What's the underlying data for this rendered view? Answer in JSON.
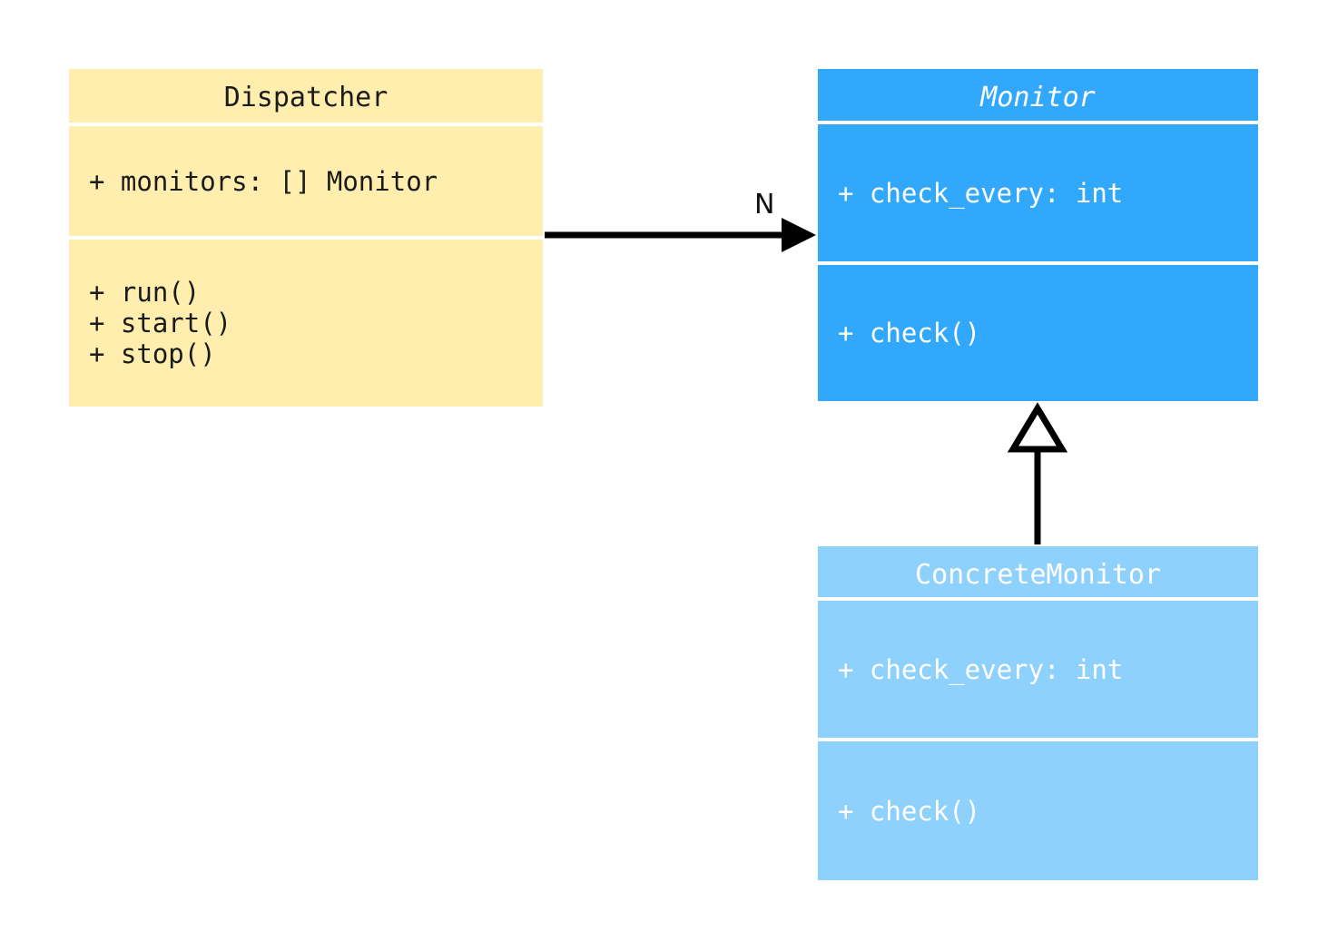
{
  "diagram": {
    "type": "uml-class-diagram",
    "background_color": "#ffffff"
  },
  "classes": [
    {
      "id": "dispatcher",
      "name": "Dispatcher",
      "abstract": false,
      "fill_color": "#ffeeae",
      "text_color": "#1b1b1b",
      "attributes": [
        "+ monitors: [] Monitor"
      ],
      "operations": [
        "+ run()",
        "+ start()",
        "+ stop()"
      ]
    },
    {
      "id": "monitor",
      "name": "Monitor",
      "abstract": true,
      "fill_color": "#31a8fc",
      "text_color": "#ffffff",
      "attributes": [
        "+ check_every: int"
      ],
      "operations": [
        "+ check()"
      ]
    },
    {
      "id": "concretemonitor",
      "name": "ConcreteMonitor",
      "abstract": false,
      "fill_color": "#8fd1fd",
      "text_color": "#ffffff",
      "attributes": [
        "+ check_every: int"
      ],
      "operations": [
        "+ check()"
      ]
    }
  ],
  "relationships": [
    {
      "id": "dispatcher-monitor-association",
      "kind": "association",
      "from": "Dispatcher",
      "to": "Monitor",
      "multiplicity_label": "N",
      "arrow": "solid-filled-arrowhead",
      "color": "#000000"
    },
    {
      "id": "concretemonitor-monitor-generalization",
      "kind": "generalization",
      "from": "ConcreteMonitor",
      "to": "Monitor",
      "multiplicity_label": "",
      "arrow": "hollow-triangle",
      "color": "#000000"
    }
  ]
}
